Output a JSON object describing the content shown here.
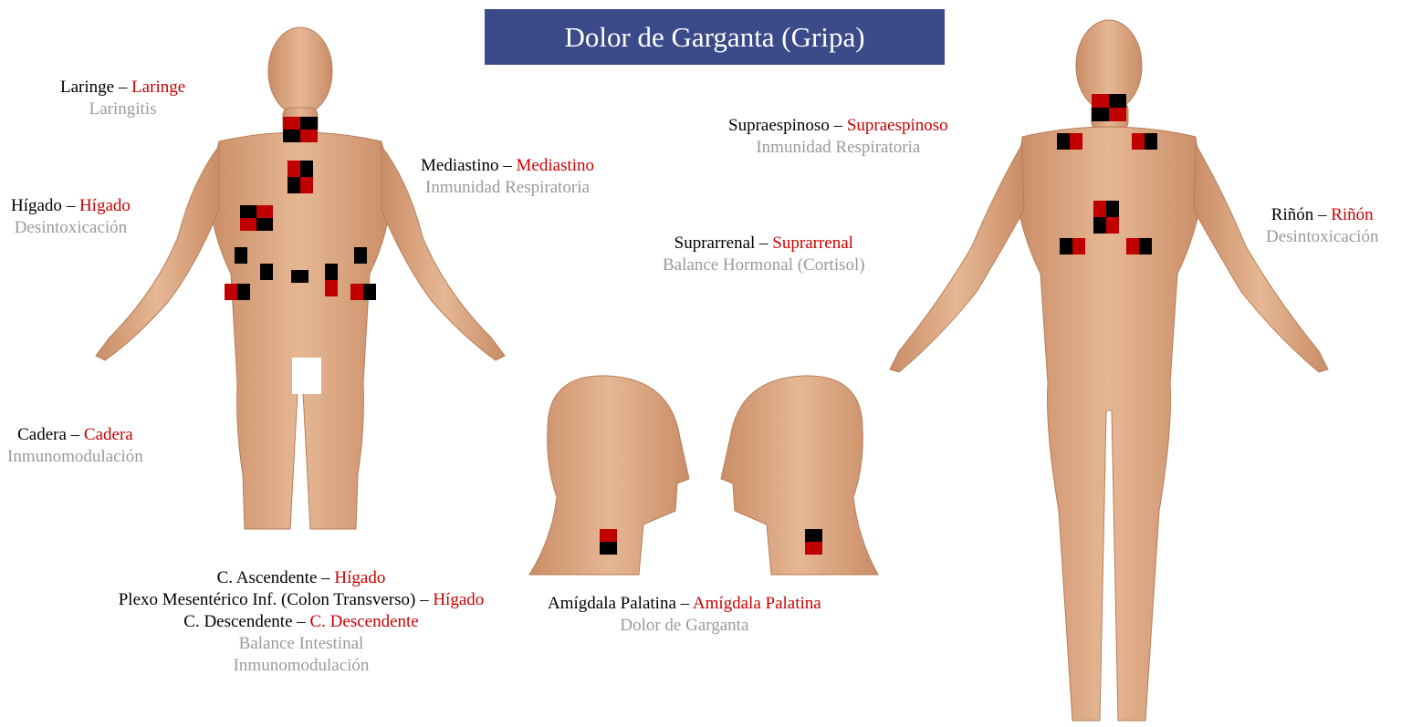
{
  "title": "Dolor de Garganta (Gripa)",
  "colors": {
    "title_bg": "#3b4a88",
    "red": "#cc0000",
    "gray": "#9a9a9a",
    "skin": "#d9a27a"
  },
  "labels": {
    "laringe": {
      "a": "Laringe",
      "b": "Laringe",
      "sub": "Laringitis"
    },
    "mediastino": {
      "a": "Mediastino",
      "b": "Mediastino",
      "sub": "Inmunidad Respiratoria"
    },
    "higado": {
      "a": "Hígado",
      "b": "Hígado",
      "sub": "Desintoxicación"
    },
    "cadera": {
      "a": "Cadera",
      "b": "Cadera",
      "sub": "Inmunomodulación"
    },
    "supraespinoso": {
      "a": "Supraespinoso",
      "b": "Supraespinoso",
      "sub": "Inmunidad Respiratoria"
    },
    "suprarrenal": {
      "a": "Suprarrenal",
      "b": "Suprarrenal",
      "sub": "Balance Hormonal (Cortisol)"
    },
    "rinon": {
      "a": "Riñón",
      "b": "Riñón",
      "sub": "Desintoxicación"
    },
    "colon": [
      {
        "a": "C. Ascendente",
        "b": "Hígado"
      },
      {
        "a": "Plexo Mesentérico Inf. (Colon Transverso)",
        "b": "Hígado"
      },
      {
        "a": "C. Descendente",
        "b": "C. Descendente"
      }
    ],
    "colon_sub": [
      "Balance Intestinal",
      "Inmunomodulación"
    ],
    "amigdala": {
      "a": "Amígdala Palatina",
      "b": "Amígdala Palatina",
      "sub": "Dolor de Garganta"
    }
  },
  "separator": "–"
}
